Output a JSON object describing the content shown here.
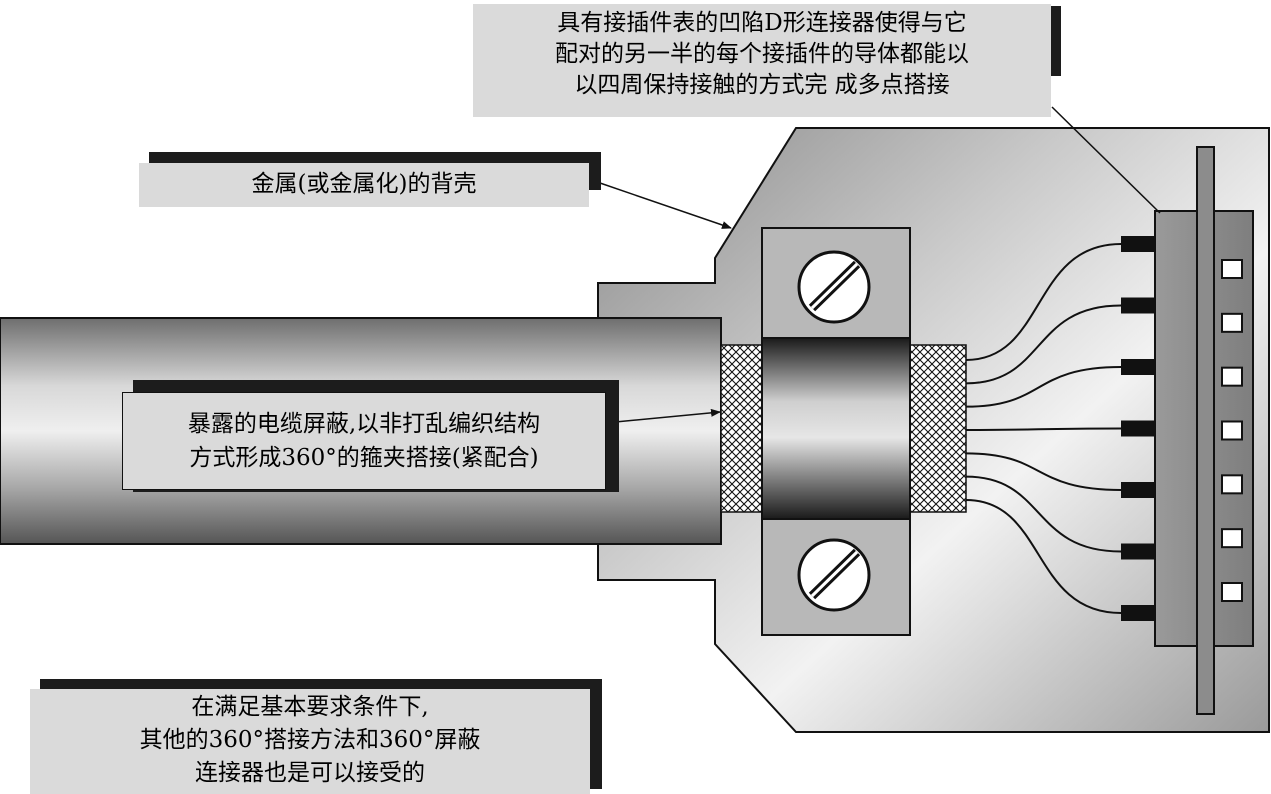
{
  "labels": {
    "top_right": [
      "具有接插件表的凹陷D形连接器使得与它",
      "配对的另一半的每个接插件的导体都能以",
      "以四周保持接触的方式完 成多点搭接"
    ],
    "backshell": "金属(或金属化)的背壳",
    "shield": [
      "暴露的电缆屏蔽,以非打乱编织结构",
      "方式形成360°的箍夹搭接(紧配合)"
    ],
    "bottom": [
      "在满足基本要求条件下,",
      "其他的360°搭接方法和360°屏蔽",
      "连接器也是可以接受的"
    ]
  },
  "diagram": {
    "pin_count": 7,
    "wire_count": 7
  }
}
